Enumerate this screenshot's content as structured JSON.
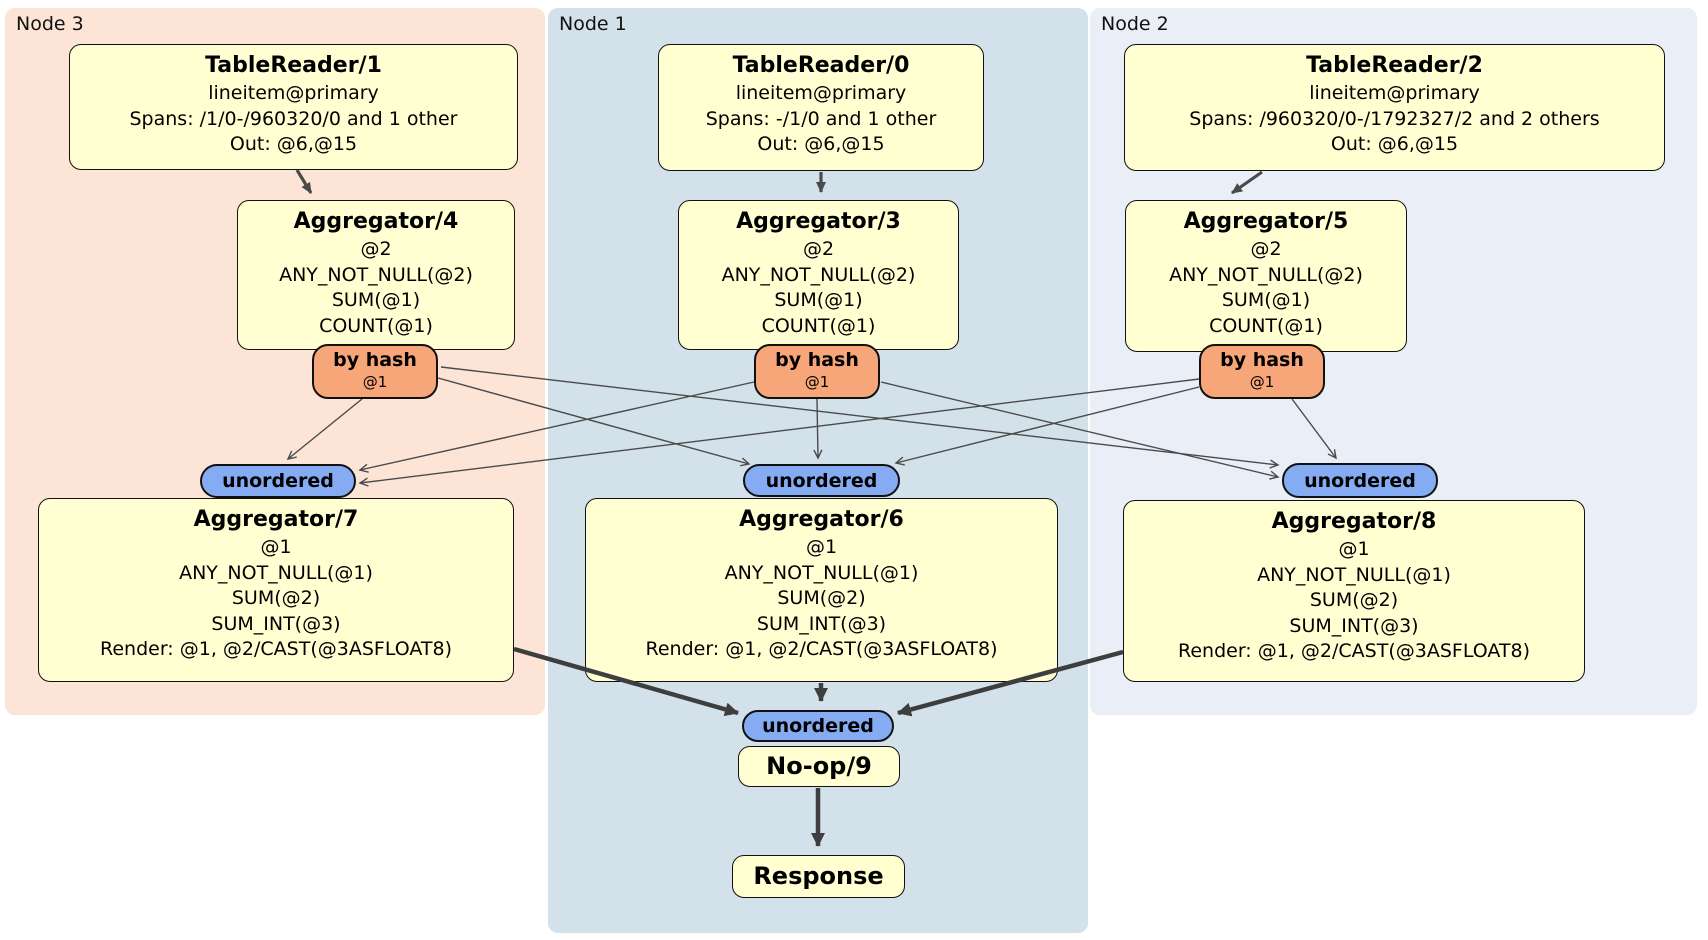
{
  "panels": [
    {
      "id": "node3",
      "label": "Node 3",
      "color": "#FCE4D6"
    },
    {
      "id": "node1",
      "label": "Node 1",
      "color": "#D3E1EB"
    },
    {
      "id": "node2",
      "label": "Node 2",
      "color": "#E9EEF7"
    }
  ],
  "processors": {
    "tr1": {
      "title": "TableReader/1",
      "lines": [
        "lineitem@primary",
        "Spans: /1/0-/960320/0 and 1 other",
        "Out: @6,@15"
      ]
    },
    "tr0": {
      "title": "TableReader/0",
      "lines": [
        "lineitem@primary",
        "Spans: -/1/0 and 1 other",
        "Out: @6,@15"
      ]
    },
    "tr2": {
      "title": "TableReader/2",
      "lines": [
        "lineitem@primary",
        "Spans: /960320/0-/1792327/2 and 2 others",
        "Out: @6,@15"
      ]
    },
    "agg4": {
      "title": "Aggregator/4",
      "lines": [
        "@2",
        "ANY_NOT_NULL(@2)",
        "SUM(@1)",
        "COUNT(@1)"
      ]
    },
    "agg3": {
      "title": "Aggregator/3",
      "lines": [
        "@2",
        "ANY_NOT_NULL(@2)",
        "SUM(@1)",
        "COUNT(@1)"
      ]
    },
    "agg5": {
      "title": "Aggregator/5",
      "lines": [
        "@2",
        "ANY_NOT_NULL(@2)",
        "SUM(@1)",
        "COUNT(@1)"
      ]
    },
    "agg7": {
      "title": "Aggregator/7",
      "lines": [
        "@1",
        "ANY_NOT_NULL(@1)",
        "SUM(@2)",
        "SUM_INT(@3)",
        "Render: @1, @2/CAST(@3ASFLOAT8)"
      ]
    },
    "agg6": {
      "title": "Aggregator/6",
      "lines": [
        "@1",
        "ANY_NOT_NULL(@1)",
        "SUM(@2)",
        "SUM_INT(@3)",
        "Render: @1, @2/CAST(@3ASFLOAT8)"
      ]
    },
    "agg8": {
      "title": "Aggregator/8",
      "lines": [
        "@1",
        "ANY_NOT_NULL(@1)",
        "SUM(@2)",
        "SUM_INT(@3)",
        "Render: @1, @2/CAST(@3ASFLOAT8)"
      ]
    },
    "noop": {
      "title": "No-op/9"
    },
    "response": {
      "title": "Response"
    }
  },
  "routers": {
    "label": "by hash",
    "key": "@1"
  },
  "sync": {
    "label": "unordered"
  },
  "colors": {
    "panel_node3": "#FCE4D6",
    "panel_node1": "#D3E1EB",
    "panel_node2": "#E9EEF7",
    "processor_fill": "#FFFFD2",
    "processor_border": "#111111",
    "router_fill": "#F6A678",
    "sync_fill": "#85ACF2",
    "edge": "#4A4A4A"
  }
}
